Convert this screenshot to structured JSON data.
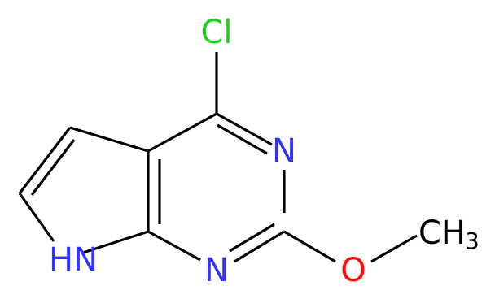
{
  "colors": {
    "carbon": "#000000",
    "nitrogen": "#3232ff",
    "oxygen": "#ff0d0d",
    "chlorine": "#1fd01f"
  },
  "atoms": {
    "chlorine": "Cl",
    "n_pyrimidine_upper": "N",
    "n_pyrimidine_lower": "N",
    "n_pyrrole": "HN",
    "oxygen": "O",
    "methyl": "CH",
    "methyl_subscript": "3"
  }
}
